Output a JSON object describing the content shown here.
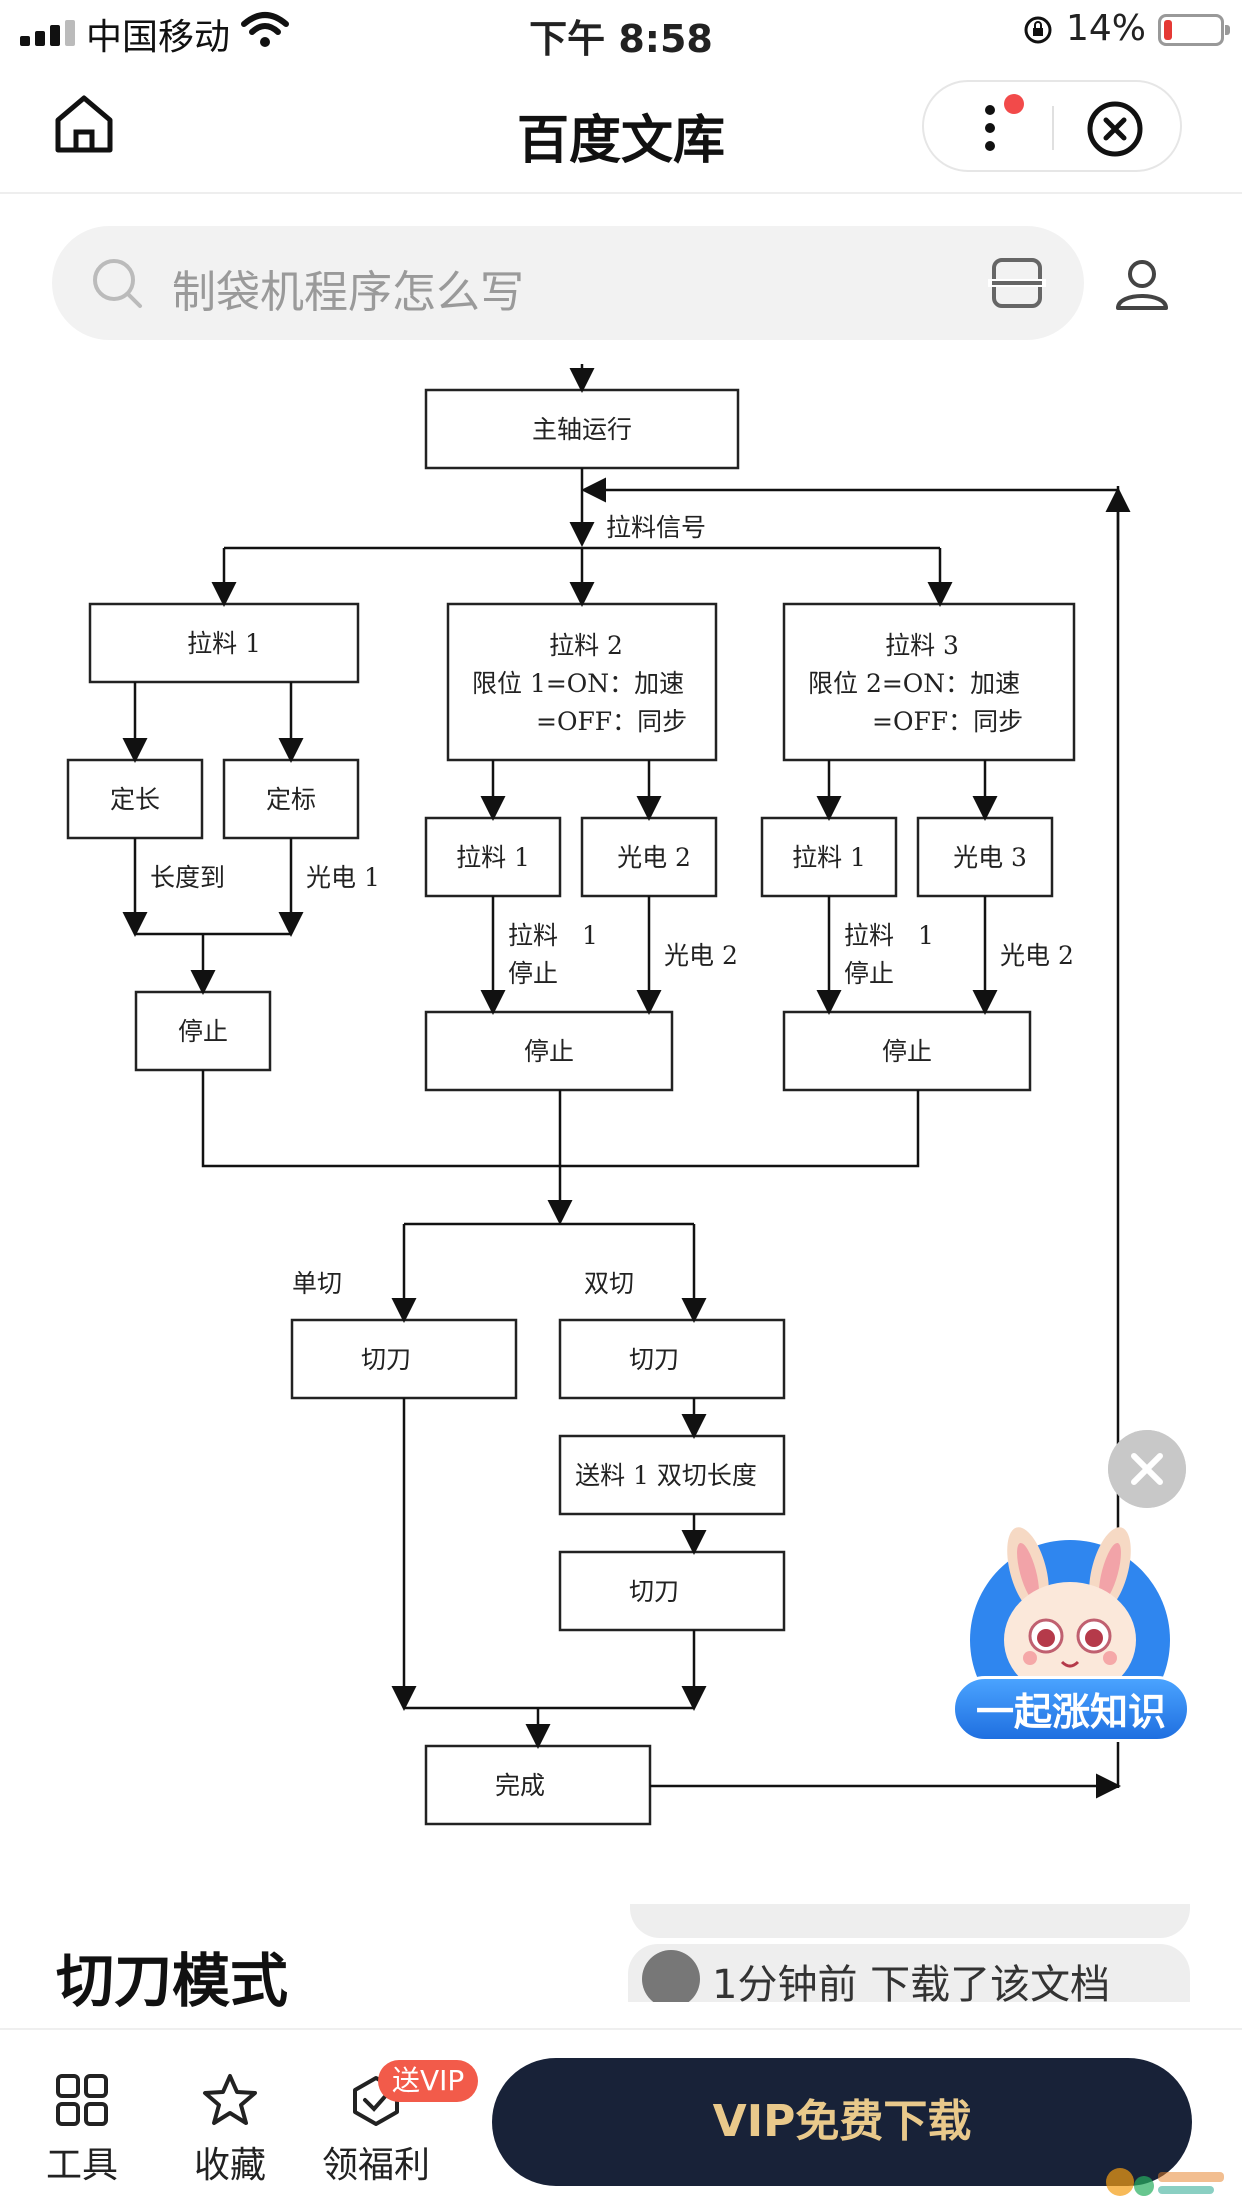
{
  "status_bar": {
    "carrier": "中国移动",
    "time": "下午 8:58",
    "battery_percent": "14%",
    "battery_level": 0.14
  },
  "header": {
    "title": "百度文库"
  },
  "search": {
    "placeholder": "制袋机程序怎么写"
  },
  "flowchart": {
    "main_run": "主轴运行",
    "pull_signal": "拉料信号",
    "pull1": "拉料 1",
    "pull2": {
      "title": "拉料 2",
      "line1": "限位 1=ON：加速",
      "line2": "=OFF：同步"
    },
    "pull3": {
      "title": "拉料 3",
      "line1": "限位 2=ON：加速",
      "line2": "=OFF：同步"
    },
    "fixed_length": "定长",
    "fixed_mark": "定标",
    "length_reached": "长度到",
    "photo1": "光电 1",
    "photo2": "光电 2",
    "photo3": "光电 3",
    "pull1_sub": "拉料 1",
    "pull1_stop_a": "拉料",
    "pull1_stop_num": "1",
    "pull1_stop_b": "停止",
    "stop": "停止",
    "single_cut": "单切",
    "double_cut": "双切",
    "cutter": "切刀",
    "feed_double_len": "送料 1 双切长度",
    "done": "完成"
  },
  "mascot": {
    "label": "一起涨知识"
  },
  "section": {
    "title": "切刀模式"
  },
  "toast": {
    "text": "1分钟前 下载了该文档"
  },
  "bottom_bar": {
    "tools": "工具",
    "favorite": "收藏",
    "benefits": "领福利",
    "vip_badge": "送VIP",
    "download": "VIP免费下载"
  },
  "colors": {
    "accent_red": "#f24a4a",
    "vip_button": "#182238",
    "vip_text": "#e9c98b"
  }
}
